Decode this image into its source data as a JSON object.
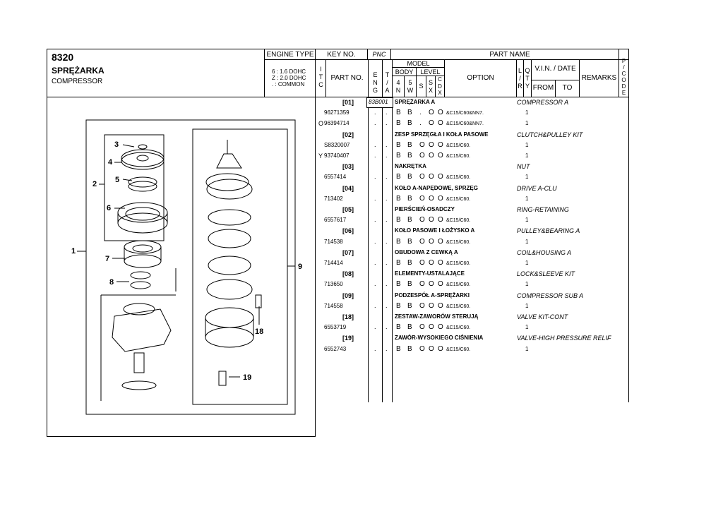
{
  "header": {
    "page_no": "8320",
    "title_pl": "SPRĘŻARKA",
    "title_en": "COMPRESSOR",
    "engine_type_label": "ENGINE TYPE",
    "engine_codes": [
      "6 : 1.6 DOHC",
      "Z : 2.0 DOHC",
      ". : COMMON"
    ]
  },
  "columns": {
    "key_no": "KEY NO.",
    "pnc": "PNC",
    "part_name": "PART NAME",
    "itc": [
      "I",
      "T",
      "C"
    ],
    "part_no": "PART NO.",
    "model": "MODEL",
    "eng": [
      "E",
      "N",
      "G"
    ],
    "tia": [
      "T",
      "/",
      "A"
    ],
    "body": "BODY",
    "level": "LEVEL",
    "body4": [
      "4",
      "N"
    ],
    "body5": [
      "5",
      "W"
    ],
    "s": "S",
    "sx": [
      "S",
      "X"
    ],
    "cdx": [
      "C",
      "D",
      "X"
    ],
    "option": "OPTION",
    "lr": [
      "L",
      "/",
      "R"
    ],
    "qty": [
      "Q",
      "T",
      "Y"
    ],
    "vin_date": "V.I.N. / DATE",
    "from": "FROM",
    "to": "TO",
    "remarks": "REMARKS",
    "pcode": [
      "P",
      "/",
      "C",
      "O",
      "D",
      "E"
    ]
  },
  "groups": [
    {
      "key": "[01]",
      "pnc": "83B001",
      "name_pl": "SPRĘŻARKA A",
      "name_en": "COMPRESSOR A",
      "parts": [
        {
          "mark": "",
          "part_no": "96271359",
          "eng": ".",
          "tia": ".",
          "b4": "B",
          "b5": "B",
          "s": ".",
          "sx": "O",
          "cdx": "O",
          "option": "&C15/C60&NN7.",
          "qty": "1"
        },
        {
          "mark": "O",
          "part_no": "96394714",
          "eng": ".",
          "tia": ".",
          "b4": "B",
          "b5": "B",
          "s": ".",
          "sx": "O",
          "cdx": "O",
          "option": "&C15/C60&NN7.",
          "qty": "1"
        }
      ]
    },
    {
      "key": "[02]",
      "pnc": "",
      "name_pl": "ZESP SPRZĘGŁA I KOŁA PASOWE",
      "name_en": "CLUTCH&PULLEY KIT",
      "parts": [
        {
          "mark": "",
          "part_no": "S8320007",
          "eng": ".",
          "tia": ".",
          "b4": "B",
          "b5": "B",
          "s": "O",
          "sx": "O",
          "cdx": "O",
          "option": "&C15/C60.",
          "qty": "1"
        },
        {
          "mark": "Y",
          "part_no": "93740407",
          "eng": ".",
          "tia": ".",
          "b4": "B",
          "b5": "B",
          "s": "O",
          "sx": "O",
          "cdx": "O",
          "option": "&C15/C60.",
          "qty": "1"
        }
      ]
    },
    {
      "key": "[03]",
      "pnc": "",
      "name_pl": "NAKRĘTKA",
      "name_en": "NUT",
      "parts": [
        {
          "mark": "",
          "part_no": "6557414",
          "eng": ".",
          "tia": ".",
          "b4": "B",
          "b5": "B",
          "s": "O",
          "sx": "O",
          "cdx": "O",
          "option": "&C15/C60.",
          "qty": "1"
        }
      ]
    },
    {
      "key": "[04]",
      "pnc": "",
      "name_pl": "KOŁO A-NAPĘDOWE, SPRZĘG",
      "name_en": "DRIVE A-CLU",
      "parts": [
        {
          "mark": "",
          "part_no": "713402",
          "eng": ".",
          "tia": ".",
          "b4": "B",
          "b5": "B",
          "s": "O",
          "sx": "O",
          "cdx": "O",
          "option": "&C15/C60.",
          "qty": "1"
        }
      ]
    },
    {
      "key": "[05]",
      "pnc": "",
      "name_pl": "PIERŚCIEŃ-OSADCZY",
      "name_en": "RING-RETAINING",
      "parts": [
        {
          "mark": "",
          "part_no": "6557617",
          "eng": ".",
          "tia": ".",
          "b4": "B",
          "b5": "B",
          "s": "O",
          "sx": "O",
          "cdx": "O",
          "option": "&C15/C60.",
          "qty": "1"
        }
      ]
    },
    {
      "key": "[06]",
      "pnc": "",
      "name_pl": "KOŁO PASOWE I ŁOŻYSKO A",
      "name_en": "PULLEY&BEARING A",
      "parts": [
        {
          "mark": "",
          "part_no": "714538",
          "eng": ".",
          "tia": ".",
          "b4": "B",
          "b5": "B",
          "s": "O",
          "sx": "O",
          "cdx": "O",
          "option": "&C15/C60.",
          "qty": "1"
        }
      ]
    },
    {
      "key": "[07]",
      "pnc": "",
      "name_pl": "OBUDOWA Z CEWKĄ A",
      "name_en": "COIL&HOUSING A",
      "parts": [
        {
          "mark": "",
          "part_no": "714414",
          "eng": ".",
          "tia": ".",
          "b4": "B",
          "b5": "B",
          "s": "O",
          "sx": "O",
          "cdx": "O",
          "option": "&C15/C60.",
          "qty": "1"
        }
      ]
    },
    {
      "key": "[08]",
      "pnc": "",
      "name_pl": "ELEMENTY-USTALAJĄCE",
      "name_en": "LOCK&SLEEVE KIT",
      "parts": [
        {
          "mark": "",
          "part_no": "713650",
          "eng": ".",
          "tia": ".",
          "b4": "B",
          "b5": "B",
          "s": "O",
          "sx": "O",
          "cdx": "O",
          "option": "&C15/C60.",
          "qty": "1"
        }
      ]
    },
    {
      "key": "[09]",
      "pnc": "",
      "name_pl": "PODZESPÓŁ A-SPRĘŻARKI",
      "name_en": "COMPRESSOR SUB A",
      "parts": [
        {
          "mark": "",
          "part_no": "714558",
          "eng": ".",
          "tia": ".",
          "b4": "B",
          "b5": "B",
          "s": "O",
          "sx": "O",
          "cdx": "O",
          "option": "&C15/C60.",
          "qty": "1"
        }
      ]
    },
    {
      "key": "[18]",
      "pnc": "",
      "name_pl": "ZESTAW-ZAWORÓW STERUJĄ",
      "name_en": "VALVE KIT-CONT",
      "parts": [
        {
          "mark": "",
          "part_no": "6553719",
          "eng": ".",
          "tia": ".",
          "b4": "B",
          "b5": "B",
          "s": "O",
          "sx": "O",
          "cdx": "O",
          "option": "&C15/C60.",
          "qty": "1"
        }
      ]
    },
    {
      "key": "[19]",
      "pnc": "",
      "name_pl": "ZAWÓR-WYSOKIEGO CIŚNIENIA",
      "name_en": "VALVE-HIGH PRESSURE RELIF",
      "parts": [
        {
          "mark": "",
          "part_no": "6552743",
          "eng": ".",
          "tia": ".",
          "b4": "B",
          "b5": "B",
          "s": "O",
          "sx": "O",
          "cdx": "O",
          "option": "&C15/C60.",
          "qty": "1"
        }
      ]
    }
  ],
  "diagram": {
    "callouts": [
      "1",
      "2",
      "3",
      "4",
      "5",
      "6",
      "7",
      "8",
      "9",
      "18",
      "19"
    ]
  }
}
